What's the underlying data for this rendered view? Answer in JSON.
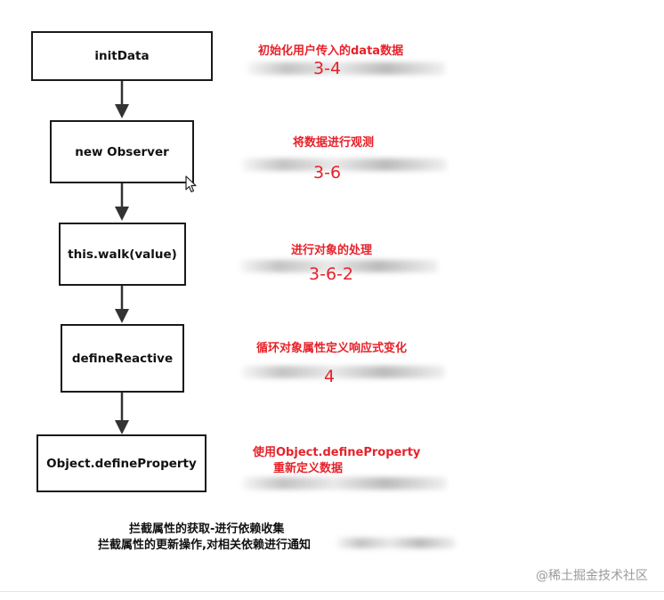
{
  "nodes": [
    {
      "label": "initData"
    },
    {
      "label": "new Observer"
    },
    {
      "label": "this.walk(value)"
    },
    {
      "label": "defineReactive"
    },
    {
      "label": "Object.defineProperty"
    }
  ],
  "annotations": [
    {
      "lines": [
        "初始化用户传入的data数据"
      ],
      "step": "3-4"
    },
    {
      "lines": [
        "将数据进行观测"
      ],
      "step": "3-6"
    },
    {
      "lines": [
        "进行对象的处理"
      ],
      "step": "3-6-2"
    },
    {
      "lines": [
        "循环对象属性定义响应式变化"
      ],
      "step": "4"
    },
    {
      "lines": [
        "使用Object.defineProperty",
        "重新定义数据"
      ],
      "step": ""
    }
  ],
  "caption": {
    "line1": "拦截属性的获取-进行依赖收集",
    "line2": "拦截属性的更新操作,对相关依赖进行通知"
  },
  "watermark": "@稀土掘金技术社区",
  "colors": {
    "annotation": "#e6222a",
    "border": "#1a1a1a",
    "text": "#111111"
  }
}
